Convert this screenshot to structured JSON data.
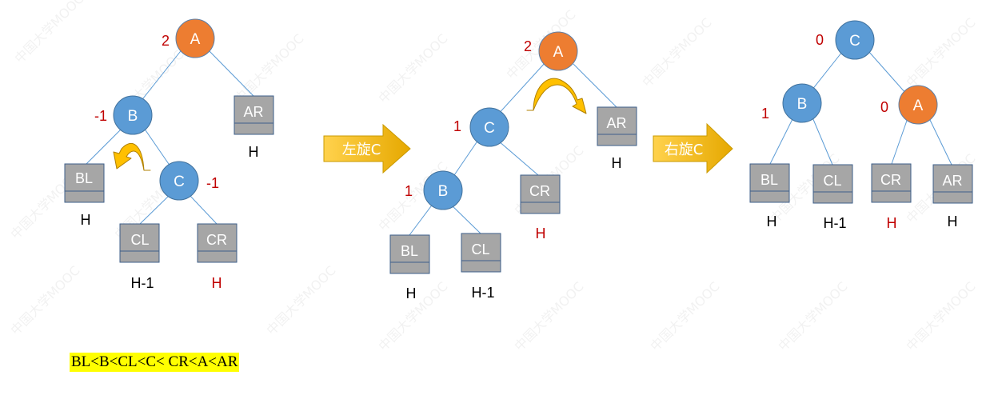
{
  "watermark": "中国大学MOOC",
  "order": "BL<B<CL<C< CR<A<AR",
  "colors": {
    "node_blue": "#5b9bd5",
    "node_orange": "#ed7d31",
    "box_gray": "#a6a6a6",
    "box_border": "#3e5f8a",
    "balance_red": "#c00000",
    "arrow_gold": "#ffc000"
  },
  "transforms": [
    {
      "id": "t1",
      "label": "左旋C"
    },
    {
      "id": "t2",
      "label": "右旋C"
    }
  ],
  "trees": [
    {
      "id": "before",
      "nodes": [
        {
          "id": "A",
          "label": "A",
          "color": "orange",
          "balance": "2"
        },
        {
          "id": "B",
          "label": "B",
          "color": "blue",
          "balance": "-1"
        },
        {
          "id": "C",
          "label": "C",
          "color": "blue",
          "balance": "-1"
        }
      ],
      "subtrees": [
        {
          "id": "BL",
          "label": "BL",
          "height": "H",
          "red": false
        },
        {
          "id": "AR",
          "label": "AR",
          "height": "H",
          "red": false
        },
        {
          "id": "CL",
          "label": "CL",
          "height": "H-1",
          "red": false
        },
        {
          "id": "CR",
          "label": "CR",
          "height": "H",
          "red": true
        }
      ]
    },
    {
      "id": "middle",
      "nodes": [
        {
          "id": "A",
          "label": "A",
          "color": "orange",
          "balance": "2"
        },
        {
          "id": "C",
          "label": "C",
          "color": "blue",
          "balance": "1"
        },
        {
          "id": "B",
          "label": "B",
          "color": "blue",
          "balance": "1"
        }
      ],
      "subtrees": [
        {
          "id": "AR",
          "label": "AR",
          "height": "H",
          "red": false
        },
        {
          "id": "CR",
          "label": "CR",
          "height": "H",
          "red": true
        },
        {
          "id": "BL",
          "label": "BL",
          "height": "H",
          "red": false
        },
        {
          "id": "CL",
          "label": "CL",
          "height": "H-1",
          "red": false
        }
      ]
    },
    {
      "id": "after",
      "nodes": [
        {
          "id": "C",
          "label": "C",
          "color": "blue",
          "balance": "0"
        },
        {
          "id": "B",
          "label": "B",
          "color": "blue",
          "balance": "1"
        },
        {
          "id": "A",
          "label": "A",
          "color": "orange",
          "balance": "0"
        }
      ],
      "subtrees": [
        {
          "id": "BL",
          "label": "BL",
          "height": "H",
          "red": false
        },
        {
          "id": "CL",
          "label": "CL",
          "height": "H-1",
          "red": false
        },
        {
          "id": "CR",
          "label": "CR",
          "height": "H",
          "red": true
        },
        {
          "id": "AR",
          "label": "AR",
          "height": "H",
          "red": false
        }
      ]
    }
  ]
}
